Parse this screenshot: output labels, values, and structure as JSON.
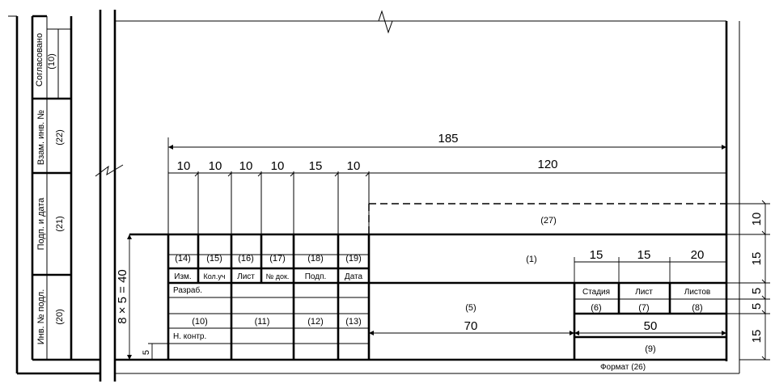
{
  "side_stamp": {
    "agreed": "Согласовано",
    "agreed_num": "(10)",
    "replace_inv": "Взам. инв. №",
    "replace_inv_num": "(22)",
    "sign_date": "Подп. и дата",
    "sign_date_num": "(21)",
    "inv_original": "Инв. № подл.",
    "inv_original_num": "(20)"
  },
  "dimensions": {
    "total_width": "185",
    "col_izm": "10",
    "col_kolvo": "10",
    "col_list": "10",
    "col_ndok": "10",
    "col_podp": "15",
    "col_data": "10",
    "right_part": "120",
    "stadia_w": "15",
    "list_w": "15",
    "listov_w": "20",
    "org_w": "50",
    "name_w": "70",
    "rows_height": "8 × 5 = 40",
    "row_height": "5",
    "h_top": "10",
    "h_designation": "15",
    "h_stadia_hdr": "5",
    "h_stadia_val": "5",
    "h_org": "15"
  },
  "title_block": {
    "f14": "(14)",
    "f15": "(15)",
    "f16": "(16)",
    "f17": "(17)",
    "f18": "(18)",
    "f19": "(19)",
    "h_izm": "Изм.",
    "h_kolvo": "Кол.уч",
    "h_list": "Лист",
    "h_ndok": "№ док.",
    "h_podp": "Подп.",
    "h_data": "Дата",
    "razrab": "Разраб.",
    "f10": "(10)",
    "f11": "(11)",
    "f12": "(12)",
    "f13": "(13)",
    "nkontr": "Н. контр.",
    "f27": "(27)",
    "f1": "(1)",
    "f5": "(5)",
    "stadia": "Стадия",
    "list": "Лист",
    "listov": "Листов",
    "f6": "(6)",
    "f7": "(7)",
    "f8": "(8)",
    "f9": "(9)",
    "format": "Формат (26)"
  }
}
